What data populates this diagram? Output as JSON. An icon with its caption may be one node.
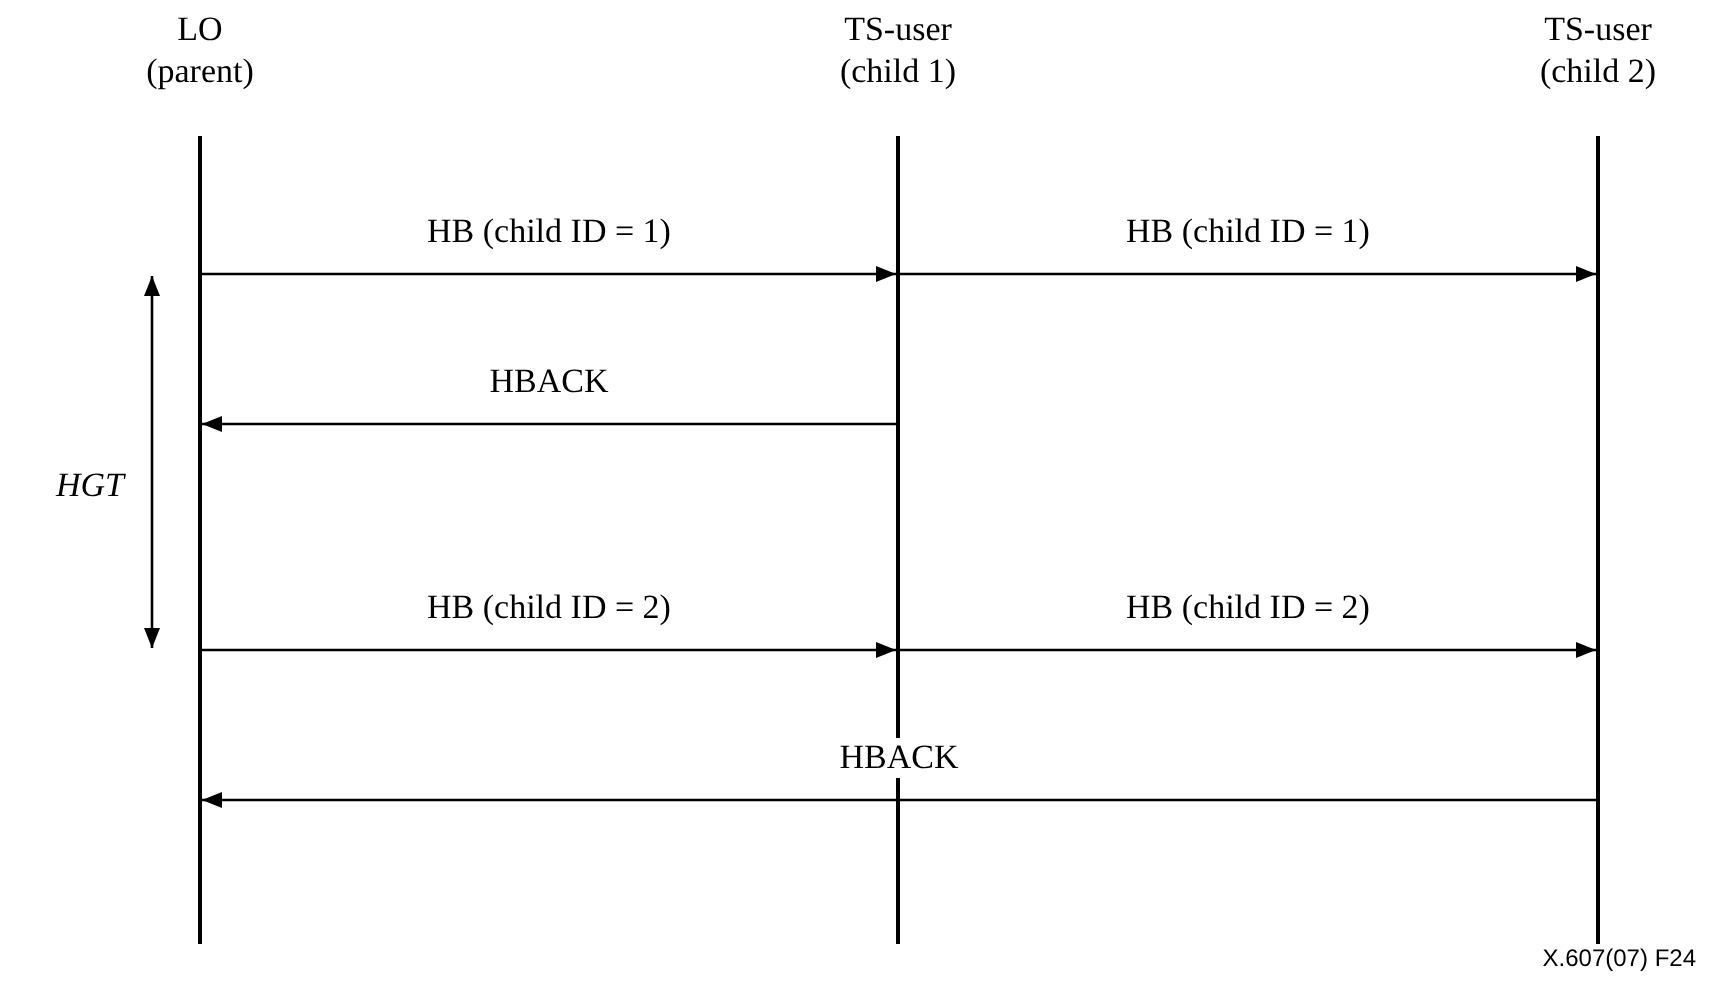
{
  "diagram": {
    "nodes": [
      {
        "text": [
          "LO (parent)"
        ]
      },
      {
        "text": [
          "TS-user (child 1)"
        ]
      },
      {
        "text": [
          "TS-user (child 2)"
        ]
      }
    ],
    "edges": [
      {
        "from": 0,
        "to": 1,
        "arrow": "to",
        "label": "HB (child ID = 1)"
      },
      {
        "from": 1,
        "to": 2,
        "arrow": "to",
        "label": "HB (child ID = 1)"
      },
      {
        "from": 1,
        "to": 0,
        "arrow": "to",
        "label": "HBACK"
      },
      {
        "from": 0,
        "to": 1,
        "arrow": "to",
        "label": "HB (child ID = 2)"
      },
      {
        "from": 1,
        "to": 2,
        "arrow": "to",
        "label": "HB (child ID = 2)"
      },
      {
        "from": 2,
        "to": 0,
        "arrow": "to",
        "label": "HBACK"
      }
    ],
    "labels": [
      "HGT",
      "X.607(07) F24"
    ]
  }
}
